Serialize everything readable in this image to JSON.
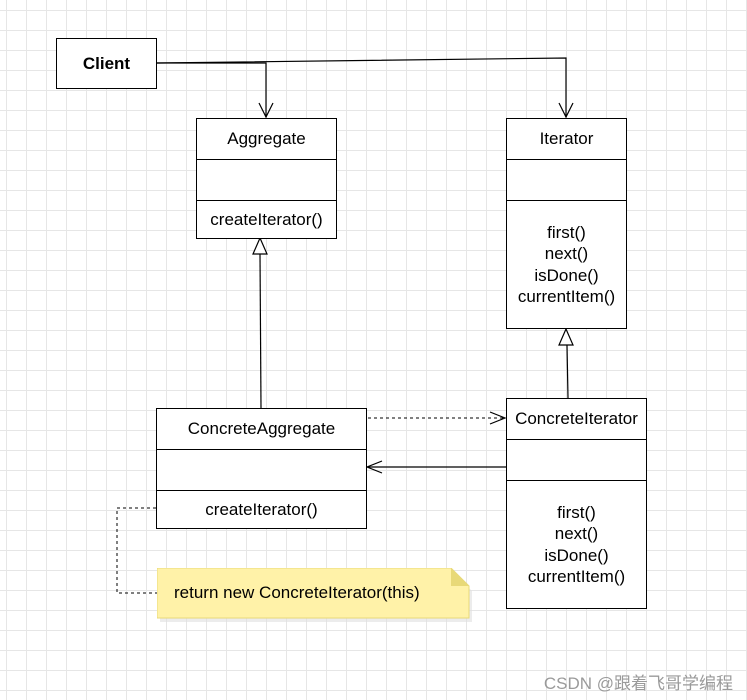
{
  "client": {
    "label": "Client"
  },
  "aggregate": {
    "name": "Aggregate",
    "operations": [
      "createIterator()"
    ]
  },
  "iterator": {
    "name": "Iterator",
    "operations": [
      "first()",
      "next()",
      "isDone()",
      "currentItem()"
    ]
  },
  "concrete_aggregate": {
    "name": "ConcreteAggregate",
    "operations": [
      "createIterator()"
    ]
  },
  "concrete_iterator": {
    "name": "ConcreteIterator",
    "operations": [
      "first()",
      "next()",
      "isDone()",
      "currentItem()"
    ]
  },
  "note": {
    "text": "return new ConcreteIterator(this)"
  },
  "watermark": {
    "text": "CSDN @跟着飞哥学编程"
  },
  "colors": {
    "note_fill": "#fff2a8",
    "note_fold": "#e8d978",
    "grid": "#e6e6e6",
    "line": "#000000"
  }
}
